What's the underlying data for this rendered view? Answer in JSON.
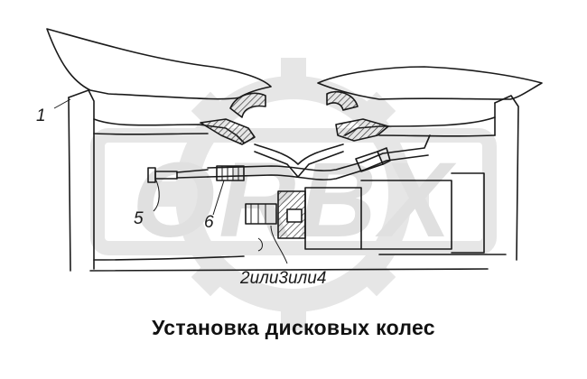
{
  "diagram": {
    "callouts": {
      "c1": "1",
      "c5": "5",
      "c6": "6",
      "c234": "2или3или4"
    },
    "caption": "Установка дисковых колес",
    "watermark": "ORBX",
    "colors": {
      "line": "#1a1a1a",
      "hatch": "#333333",
      "watermark": "#e3e3e3"
    }
  }
}
